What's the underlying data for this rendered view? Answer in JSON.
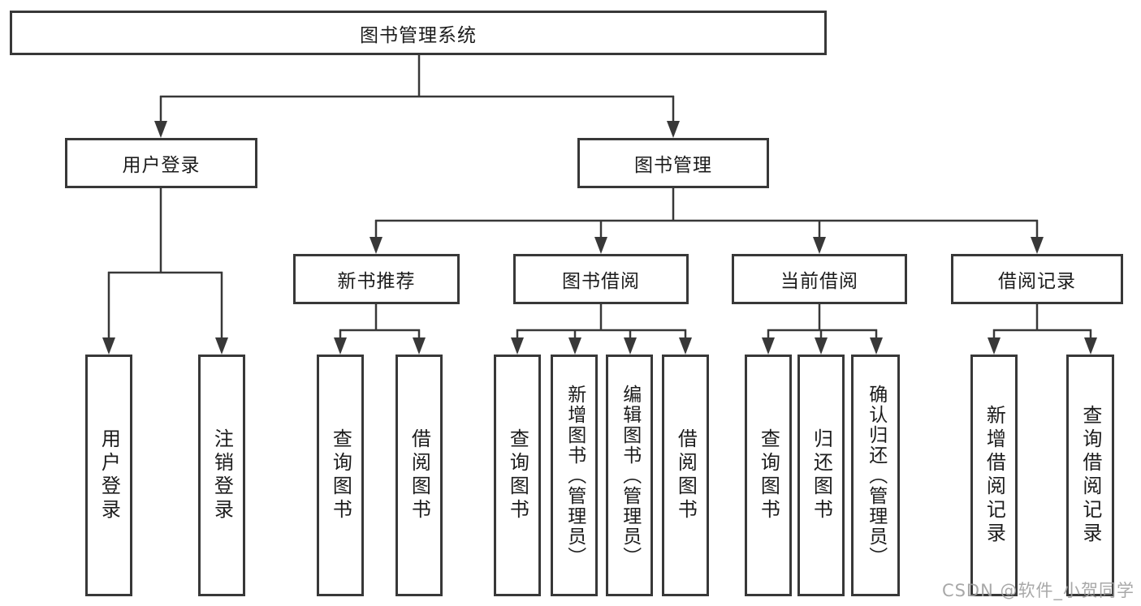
{
  "root": {
    "label": "图书管理系统"
  },
  "level2": {
    "user_login": {
      "label": "用户登录"
    },
    "book_management": {
      "label": "图书管理"
    }
  },
  "level3": {
    "new_book_recommend": {
      "label": "新书推荐"
    },
    "book_borrowing": {
      "label": "图书借阅"
    },
    "current_borrowing": {
      "label": "当前借阅"
    },
    "borrowing_records": {
      "label": "借阅记录"
    }
  },
  "leaves": {
    "user_login": [
      {
        "label": "用户登录"
      },
      {
        "label": "注销登录"
      }
    ],
    "new_book_recommend": [
      {
        "label": "查询图书"
      },
      {
        "label": "借阅图书"
      }
    ],
    "book_borrowing": [
      {
        "label": "查询图书"
      },
      {
        "label": "新增图书（管理员）"
      },
      {
        "label": "编辑图书（管理员）"
      },
      {
        "label": "借阅图书"
      }
    ],
    "current_borrowing": [
      {
        "label": "查询图书"
      },
      {
        "label": "归还图书"
      },
      {
        "label": "确认归还（管理员）"
      }
    ],
    "borrowing_records": [
      {
        "label": "新增借阅记录"
      },
      {
        "label": "查询借阅记录"
      }
    ]
  },
  "watermark": "CSDN @软件_小贺同学",
  "colors": {
    "line": "#383838",
    "background": "#ffffff",
    "watermark_text": "#9e9e9e"
  }
}
